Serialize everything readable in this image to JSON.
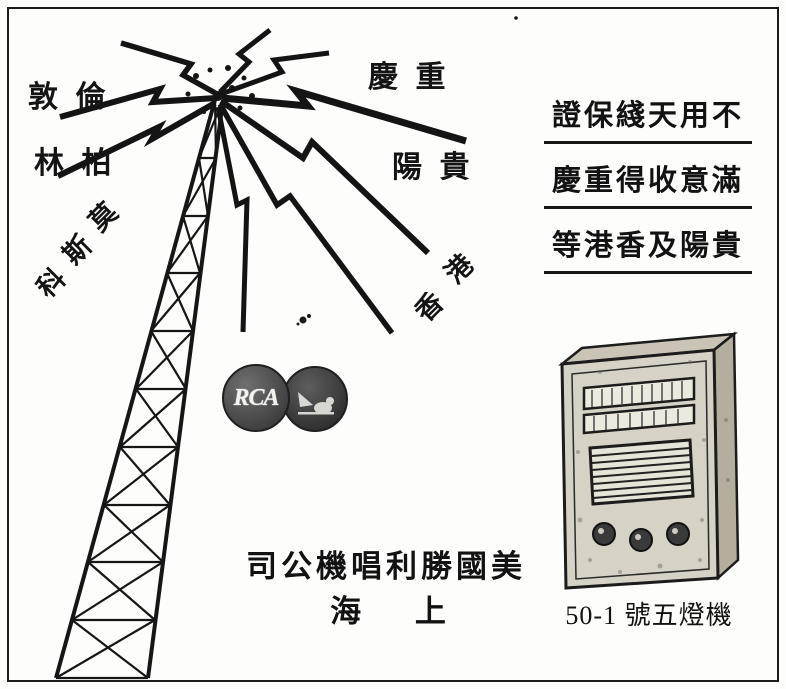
{
  "ad": {
    "cities": {
      "london": "敦 倫",
      "berlin": "林 柏",
      "moscow": [
        "莫",
        "斯",
        "科"
      ],
      "chongqing": "慶 重",
      "guiyang": "陽 貴",
      "hongkong": [
        "港",
        "香"
      ]
    },
    "slogan": {
      "lines": [
        "證保綫天用不",
        "慶重得收意滿",
        "等港香及陽貴"
      ]
    },
    "company_line": "司公機唱利勝國美",
    "city_line": "海 上",
    "radio_caption": "50-1 號五燈機",
    "logo": {
      "rca_text": "RCA",
      "marks": [
        "rca-monogram-icon",
        "his-masters-voice-dog-icon"
      ]
    },
    "illustrations": [
      "radio-mast-icon",
      "lightning-bolt-icon",
      "five-tube-radio-set"
    ],
    "colors": {
      "ink": "#161616",
      "paper": "#fdfdfb",
      "logo_fill": "#3c3c3c",
      "cabinet": "#d6d2c6"
    }
  }
}
